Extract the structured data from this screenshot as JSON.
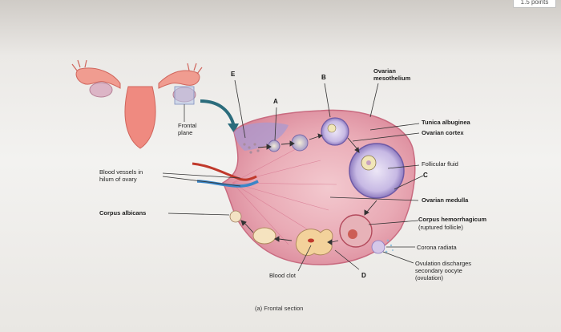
{
  "header": {
    "points_badge": "1.5 points"
  },
  "figure": {
    "letters": {
      "E": "E",
      "B": "B",
      "A": "A",
      "C": "C",
      "D": "D"
    },
    "labels": {
      "ovarian_mesothelium": "Ovarian mesothelium",
      "tunica_albuginea": "Tunica albuginea",
      "ovarian_cortex": "Ovarian cortex",
      "follicular_fluid": "Follicular fluid",
      "ovarian_medulla": "Ovarian medulla",
      "corpus_hemorrhagicum": "Corpus hemorrhagicum",
      "ruptured_follicle": "(ruptured follicle)",
      "corona_radiata": "Corona radiata",
      "ovulation_line1": "Ovulation discharges",
      "ovulation_line2": "secondary oocyte",
      "ovulation_line3": "(ovulation)",
      "blood_vessels_line1": "Blood vessels in",
      "blood_vessels_line2": "hilum of ovary",
      "corpus_albicans": "Corpus albicans",
      "frontal_plane_line1": "Frontal",
      "frontal_plane_line2": "plane",
      "blood_clot": "Blood clot"
    },
    "caption": "(a) Frontal section"
  },
  "colors": {
    "background": "#ebe9e6",
    "ovary_fill": "#e8a9b4",
    "ovary_edge": "#c96b80",
    "cortex_purple": "#a99ad0",
    "uterus": "#ef8a80",
    "vessel_red": "#c0392b",
    "vessel_blue": "#3a86c8"
  }
}
